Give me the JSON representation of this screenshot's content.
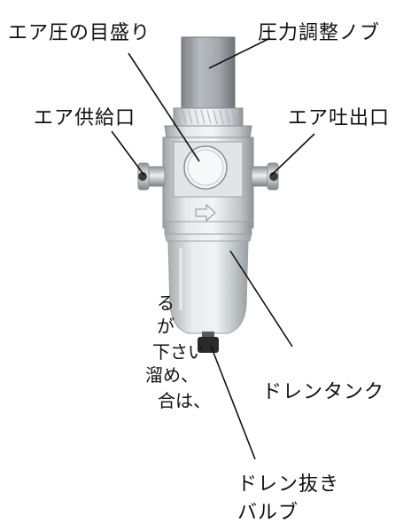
{
  "labels": {
    "gauge": "エア圧の目盛り",
    "adjust_knob": "圧力調整ノブ",
    "air_inlet": "エア供給口",
    "air_outlet": "エア吐出口",
    "drain_tank": "ドレンタンク",
    "drain_valve_line1": "ドレン抜き",
    "drain_valve_line2": "バルブ"
  },
  "partial_text": [
    "る",
    "が",
    "下さい",
    "溜め、",
    "合は、"
  ],
  "colors": {
    "line": "#111111",
    "metal": "#c4c8cb",
    "knob": "#9a9ea2",
    "valve": "#2a2a2a"
  }
}
